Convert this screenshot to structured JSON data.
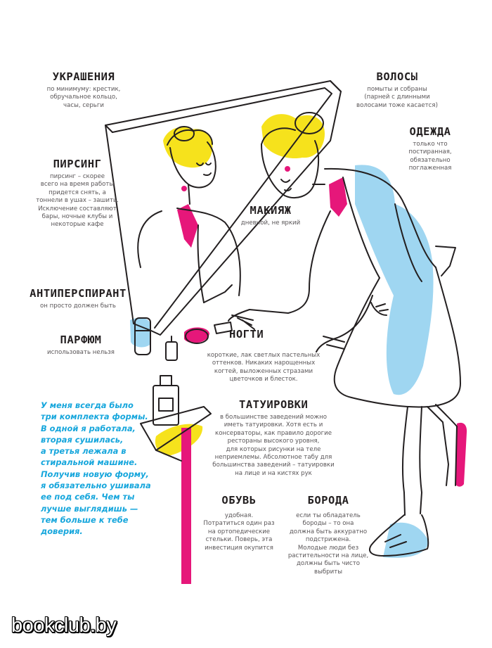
{
  "labels": {
    "ukrasheniya": {
      "title": "УКРАШЕНИЯ",
      "lines": [
        "по минимуму: крестик,",
        "обручальное кольцо,",
        "часы, серьги"
      ]
    },
    "volosy": {
      "title": "ВОЛОСЫ",
      "lines": [
        "помыты и собраны",
        "(парней с длинными",
        "волосами тоже касается)"
      ]
    },
    "odezhda": {
      "title": "ОДЕЖДА",
      "lines": [
        "только что",
        "постиранная,",
        "обязательно",
        "поглаженная"
      ]
    },
    "pirsing": {
      "title": "ПИРСИНГ",
      "lines": [
        "пирсинг – скорее",
        "всего на время работы",
        "придется снять, а",
        "тоннели в ушах – зашить.",
        "Исключение составляют",
        "бары, ночные клубы и",
        "некоторые кафе"
      ]
    },
    "makiyazh": {
      "title": "МАКИЯЖ",
      "lines": [
        "дневной, не яркий"
      ]
    },
    "antiperspirant": {
      "title": "АНТИПЕРСПИРАНТ",
      "lines": [
        "он просто должен быть"
      ]
    },
    "parfyum": {
      "title": "ПАРФЮМ",
      "lines": [
        "использовать нельзя"
      ]
    },
    "nogti": {
      "title": "НОГТИ",
      "lines": [
        "короткие, лак светлых пастельных",
        "оттенков. Никаких нарощенных",
        "когтей, выложенных стразами",
        "цветочков и блесток."
      ]
    },
    "tatuirovki": {
      "title": "ТАТУИРОВКИ",
      "lines": [
        "в большинстве заведений можно",
        "иметь татуировки. Хотя есть и",
        "консерваторы, как правило дорогие",
        "рестораны высокого уровня,",
        "для которых рисунки на теле",
        "неприемлемы. Абсолютное табу для",
        "большинства заведений – татуировки",
        "на лице и на кистях рук"
      ]
    },
    "obuv": {
      "title": "ОБУВЬ",
      "lines": [
        "удобная.",
        "Потратиться один раз",
        "на ортопедические",
        "стельки. Поверь, эта",
        "инвестиция окупится"
      ]
    },
    "boroda": {
      "title": "БОРОДА",
      "lines": [
        "если ты обладатель",
        "бороды – то она",
        "должна быть аккуратно",
        "подстрижена.",
        "Молодые люди без",
        "растительности на лице,",
        "должны быть чисто",
        "выбриты"
      ]
    }
  },
  "quote_lines": [
    "У меня всегда было",
    "три комплекта формы.",
    "В одной я работала,",
    "вторая сушилась,",
    "а третья лежала в",
    "стиральной машине.",
    "Получив новую форму,",
    "я обязательно ушивала",
    "ее под себя. Чем ты",
    "лучше выглядишь —",
    "тем больше к тебе",
    "доверия."
  ],
  "watermark": "bookclub.by",
  "colors": {
    "pink": "#e6177a",
    "yellow": "#f6e21c",
    "blue": "#9fd6f1",
    "ink": "#231f20",
    "quote": "#16a6dc"
  }
}
